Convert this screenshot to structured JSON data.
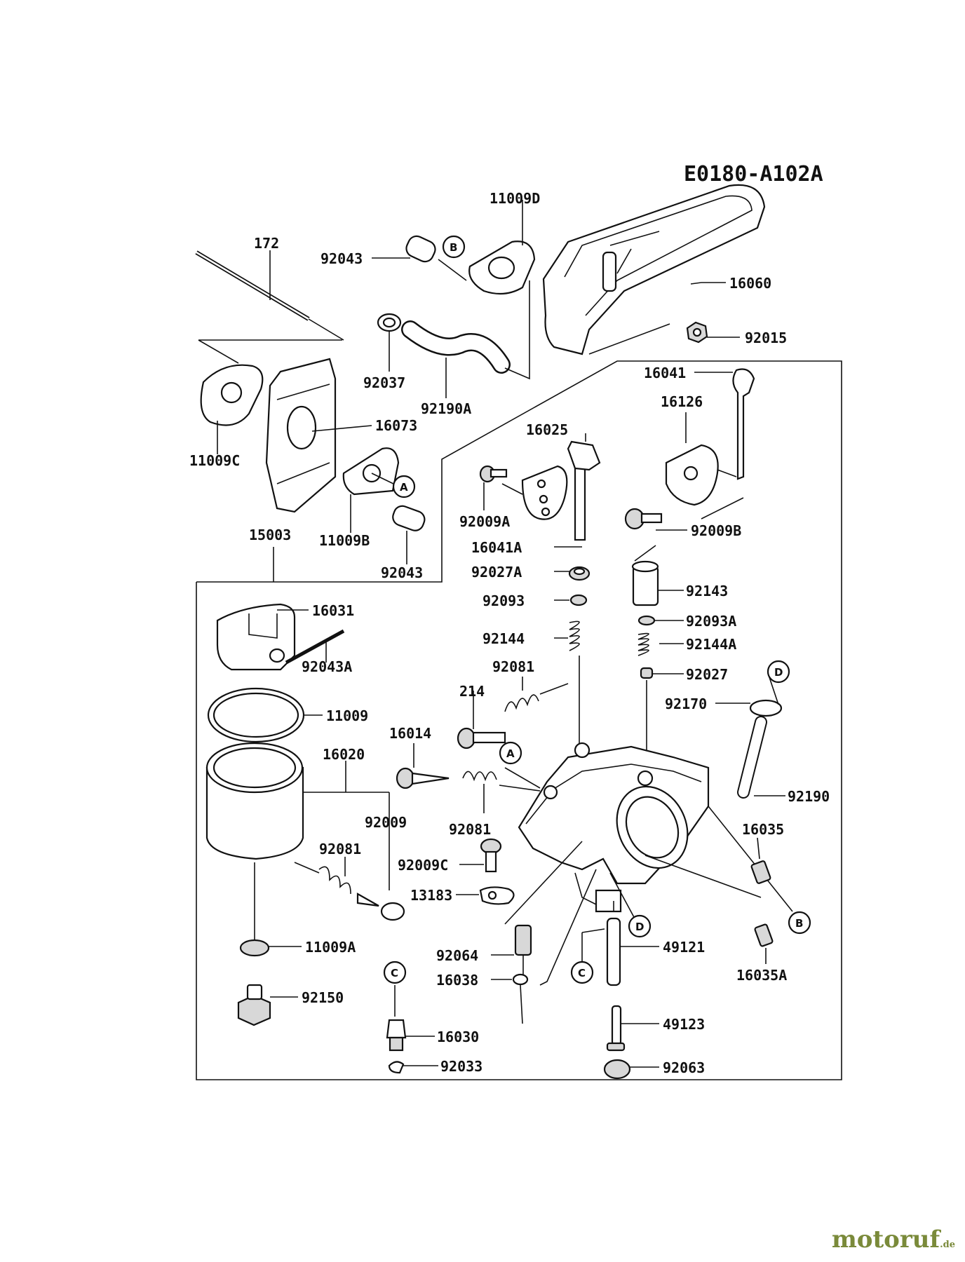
{
  "diagram_code": "E0180-A102A",
  "watermark": {
    "name": "motoruf",
    "suffix": ".de"
  },
  "callouts": [
    "A",
    "B",
    "C",
    "D"
  ],
  "part_labels": [
    "172",
    "92043",
    "11009D",
    "16060",
    "92015",
    "92037",
    "92190A",
    "11009C",
    "16073",
    "16041",
    "16126",
    "16025",
    "92009A",
    "16041A",
    "92009B",
    "92027A",
    "92143",
    "92093",
    "92093A",
    "92144",
    "92144A",
    "92081",
    "92027",
    "214",
    "92170",
    "16014",
    "92190",
    "92009",
    "16035",
    "92009C",
    "13183",
    "49121",
    "16035A",
    "92064",
    "16038",
    "16030",
    "49123",
    "92033",
    "92063",
    "15003",
    "16031",
    "92043A",
    "11009",
    "16020",
    "11009A",
    "92150",
    "11009B"
  ]
}
